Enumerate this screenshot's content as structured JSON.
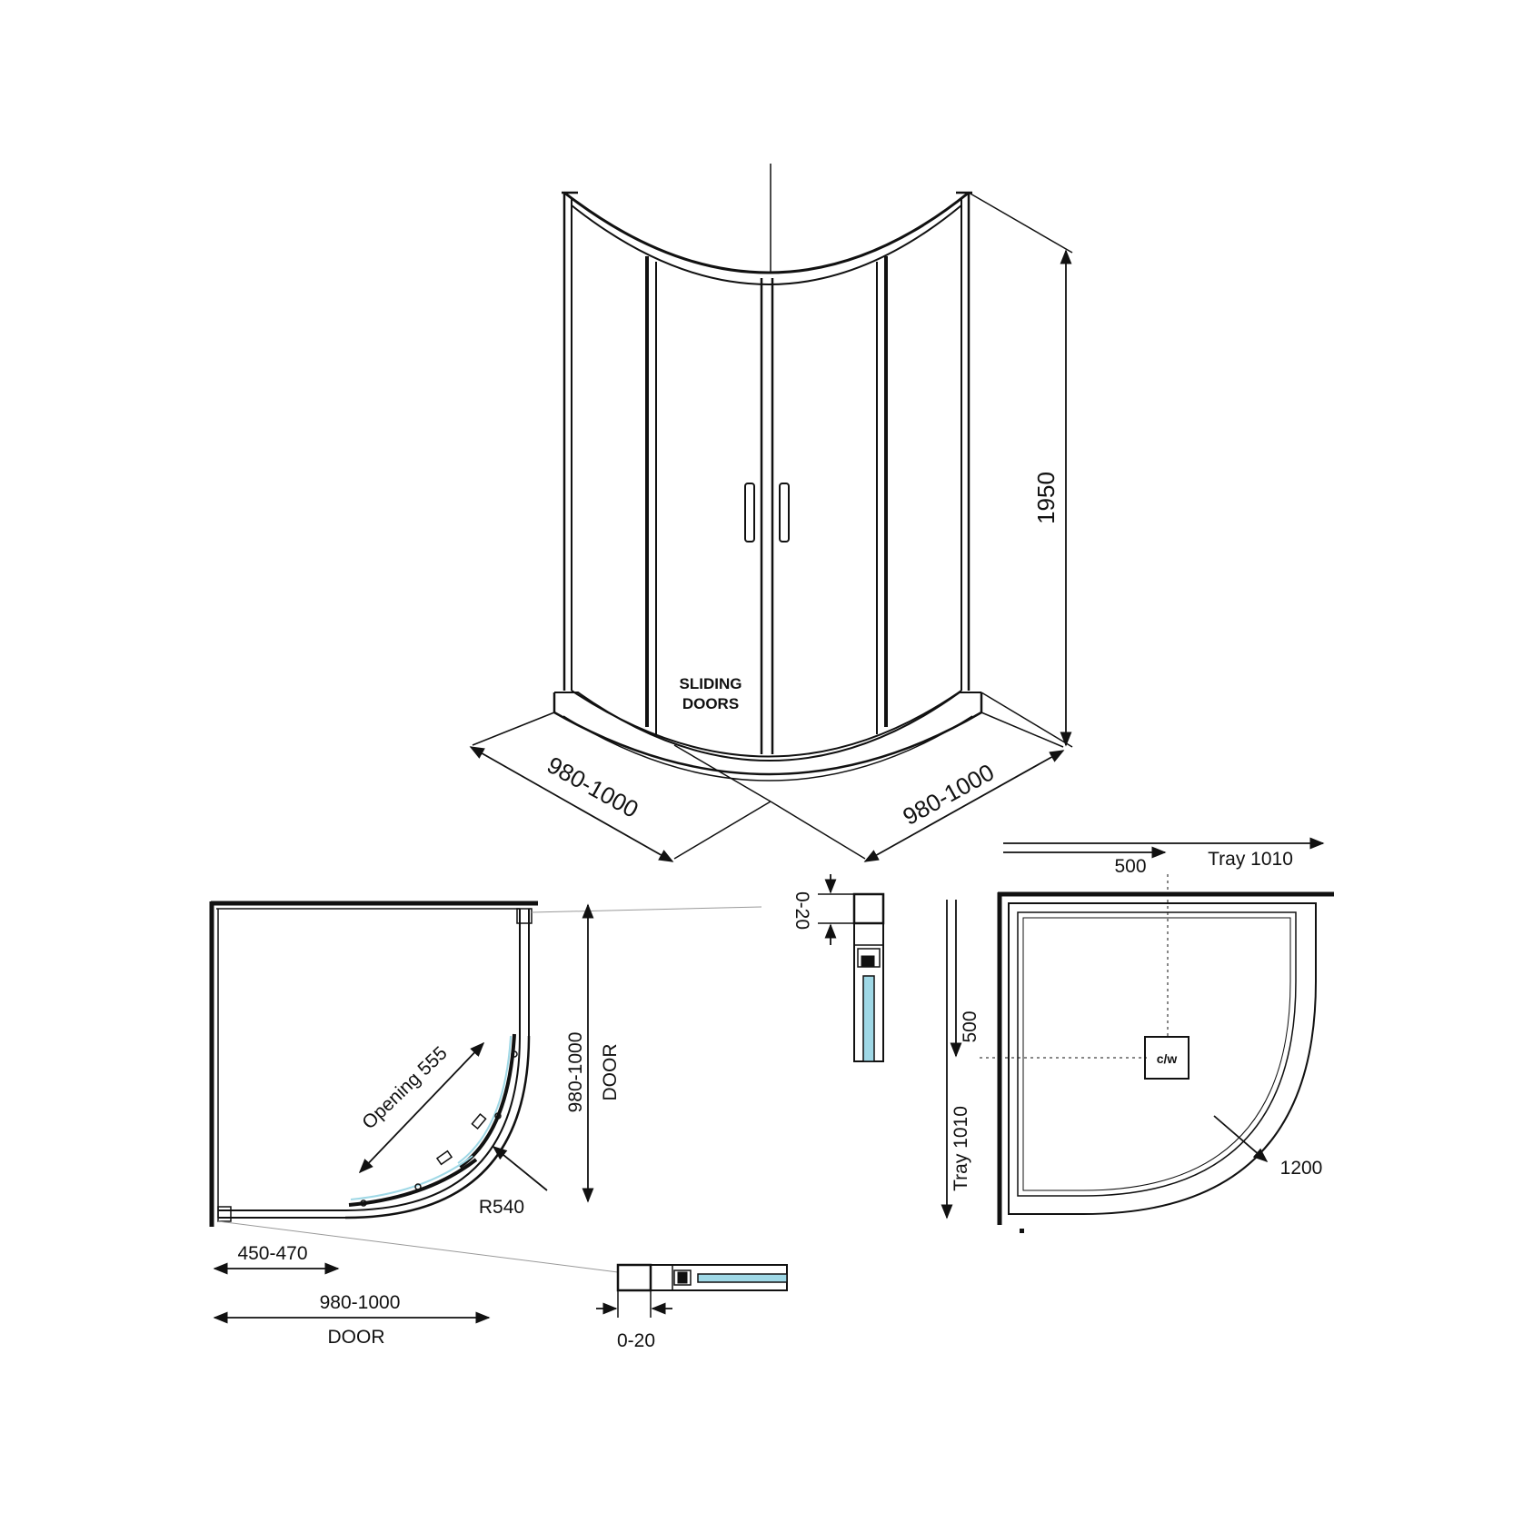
{
  "perspective_view": {
    "door_label_line1": "SLIDING",
    "door_label_line2": "DOORS",
    "height": "1950",
    "width_left": "980-1000",
    "width_right": "980-1000"
  },
  "plan_view": {
    "opening": "Opening 555",
    "radius": "R540",
    "side_dimension": "980-1000",
    "side_label": "DOOR",
    "bottom_partial": "450-470",
    "bottom_dimension": "980-1000",
    "bottom_label": "DOOR"
  },
  "detail_vertical": {
    "adjustment": "0-20"
  },
  "detail_horizontal": {
    "adjustment": "0-20"
  },
  "tray_view": {
    "top_offset": "500",
    "top_length": "Tray 1010",
    "side_offset": "500",
    "side_length": "Tray 1010",
    "waste_label": "c/w",
    "diagonal": "1200"
  },
  "colors": {
    "line": "#111111",
    "glass": "#9fd8e6",
    "guide": "#999999"
  }
}
